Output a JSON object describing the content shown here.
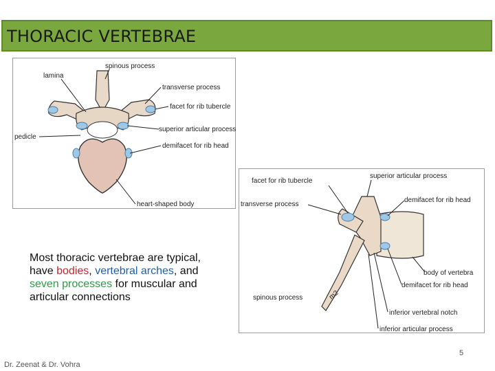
{
  "title": "THORACIC VERTEBRAE",
  "figure1": {
    "labels": {
      "spinous": "spinous process",
      "lamina": "lamina",
      "transverse": "transverse process",
      "facet_tubercle": "facet for rib tubercle",
      "superior_articular": "superior articular process",
      "pedicle": "pedicle",
      "demifacet": "demifacet for rib head",
      "heart_body": "heart-shaped body"
    }
  },
  "figure2": {
    "labels": {
      "facet_tubercle": "facet for rib tubercle",
      "superior_articular": "superior articular process",
      "transverse": "transverse process",
      "demifacet_top": "demifacet for rib head",
      "body": "body of vertebra",
      "demifacet_bottom": "demifacet for rib head",
      "spinous": "spinous process",
      "inferior_notch": "inferior vertebral notch",
      "inferior_articular": "inferior articular process",
      "m2": "m2"
    }
  },
  "text": {
    "p1": "Most ",
    "p2": "thoracic vertebrae",
    "p3": " are typical, have ",
    "p4": "bodies",
    "p5": ", ",
    "p6": "vertebral arches",
    "p7": ", and ",
    "p8": "seven processes",
    "p9": " for muscular and articular connections"
  },
  "page_number": "5",
  "footer": "Dr. Zeenat & Dr. Vohra",
  "colors": {
    "title_bar": "#7aa83e",
    "red": "#c0282c",
    "blue": "#1f5fa8",
    "green": "#2e9a45"
  }
}
